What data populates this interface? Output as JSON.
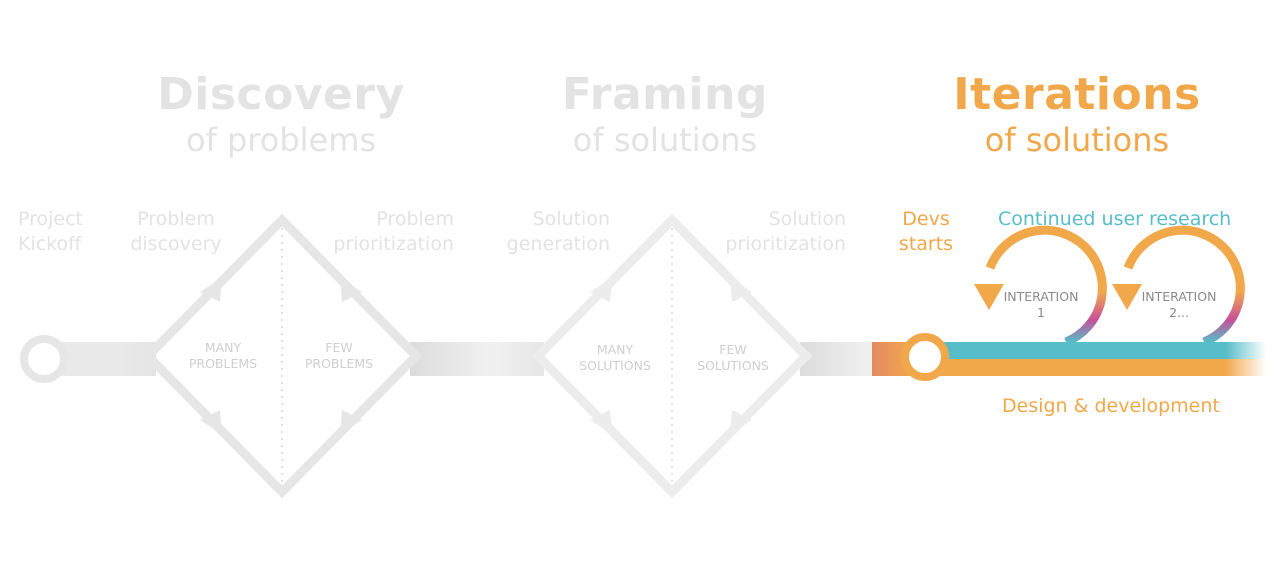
{
  "colors": {
    "faded": "#e3e3e3",
    "faded_bar": "#e9e9e9",
    "accent_orange": "#f1a84b",
    "accent_teal": "#56bdc9",
    "accent_magenta": "#c8509a",
    "text_grey": "#8a8a8a"
  },
  "phases": [
    {
      "title": "Discovery",
      "subtitle": "of problems",
      "steps": {
        "start": [
          "Project",
          "Kickoff"
        ],
        "diverge": [
          "Problem",
          "discovery"
        ],
        "converge": [
          "Problem",
          "prioritization"
        ]
      },
      "inner": {
        "left": [
          "MANY",
          "PROBLEMS"
        ],
        "right": [
          "FEW",
          "PROBLEMS"
        ]
      }
    },
    {
      "title": "Framing",
      "subtitle": "of solutions",
      "steps": {
        "diverge": [
          "Solution",
          "generation"
        ],
        "converge": [
          "Solution",
          "prioritization"
        ]
      },
      "inner": {
        "left": [
          "MANY",
          "SOLUTIONS"
        ],
        "right": [
          "FEW",
          "SOLUTIONS"
        ]
      }
    },
    {
      "title": "Iterations",
      "subtitle": "of solutions",
      "steps": {
        "start": [
          "Devs",
          "starts"
        ]
      },
      "tracks": {
        "research": "Continued user research",
        "development": "Design & development"
      },
      "iterations": [
        [
          "INTERATION",
          "1"
        ],
        [
          "INTERATION",
          "2..."
        ]
      ]
    }
  ]
}
